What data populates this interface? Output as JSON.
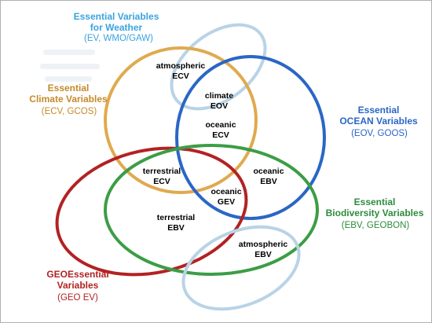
{
  "colors": {
    "weather": "#b9d3e6",
    "climate": "#dfaa4e",
    "ocean": "#2a66c5",
    "geo": "#b22222",
    "biodiversity": "#3c9d46",
    "weather_label": "#3aa3df",
    "climate_label": "#c48a2a",
    "ocean_label": "#2a66c5",
    "geo_label": "#b22222",
    "biodiversity_label": "#2e8b3c"
  },
  "groups": {
    "weather": {
      "title_1": "Essential Variables",
      "title_2": "for Weather",
      "sub": "(EV, WMO/GAW)"
    },
    "climate": {
      "title_1": "Essential",
      "title_2": "Climate Variables",
      "sub": "(ECV, GCOS)"
    },
    "ocean": {
      "title_1": "Essential",
      "title_2": "OCEAN Variables",
      "sub": "(EOV, GOOS)"
    },
    "biodiversity": {
      "title_1": "Essential",
      "title_2": "Biodiversity Variables",
      "sub": "(EBV, GEOBON)"
    },
    "geo": {
      "title_1": "GEOEssential",
      "title_2": "Variables",
      "sub": "(GEO EV)"
    }
  },
  "regions": {
    "atmospheric_ecv": {
      "line1": "atmospheric",
      "line2": "ECV"
    },
    "climate_eov": {
      "line1": "climate",
      "line2": "EOV"
    },
    "oceanic_ecv": {
      "line1": "oceanic",
      "line2": "ECV"
    },
    "terrestrial_ecv": {
      "line1": "terrestrial",
      "line2": "ECV"
    },
    "oceanic_ebv": {
      "line1": "oceanic",
      "line2": "EBV"
    },
    "oceanic_gev": {
      "line1": "oceanic",
      "line2": "GEV"
    },
    "terrestrial_ebv": {
      "line1": "terrestrial",
      "line2": "EBV"
    },
    "atmospheric_ebv": {
      "line1": "atmospheric",
      "line2": "EBV"
    }
  }
}
